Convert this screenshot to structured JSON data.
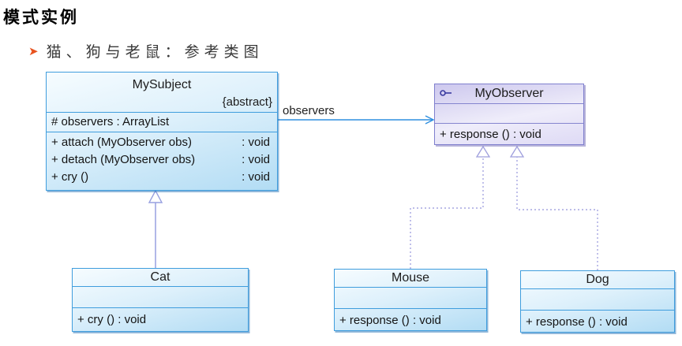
{
  "page": {
    "title": "模式实例",
    "bullet": {
      "icon": "arrow-bullet-icon",
      "glyph": "➤",
      "text": "猫、狗与老鼠：参考类图"
    }
  },
  "diagram": {
    "association": {
      "label": "observers",
      "from": "MySubject",
      "to": "MyObserver"
    },
    "relations": [
      {
        "type": "association",
        "label": "observers",
        "from": "MySubject",
        "to": "MyObserver"
      },
      {
        "type": "generalization",
        "from": "Cat",
        "to": "MySubject"
      },
      {
        "type": "realization",
        "from": "Mouse",
        "to": "MyObserver"
      },
      {
        "type": "realization",
        "from": "Dog",
        "to": "MyObserver"
      }
    ],
    "classes": {
      "mysubject": {
        "name": "MySubject",
        "stereotype": "{abstract}",
        "attributes": [
          "# observers : ArrayList"
        ],
        "methods": [
          {
            "sig": "+ attach (MyObserver obs)",
            "ret": ": void"
          },
          {
            "sig": "+ detach (MyObserver obs)",
            "ret": ": void"
          },
          {
            "sig": "+ cry ()",
            "ret": ": void"
          }
        ]
      },
      "myobserver": {
        "name": "MyObserver",
        "icon": "interface-icon",
        "attributes": [],
        "methods": [
          "+ response () : void"
        ]
      },
      "cat": {
        "name": "Cat",
        "attributes": [],
        "methods": [
          "+ cry () : void"
        ]
      },
      "mouse": {
        "name": "Mouse",
        "attributes": [],
        "methods": [
          "+ response () : void"
        ]
      },
      "dog": {
        "name": "Dog",
        "attributes": [],
        "methods": [
          "+ response () : void"
        ]
      }
    },
    "colors": {
      "class_border": "#3f9ddd",
      "class_fill_light": "#f6fcff",
      "class_fill_dark": "#b2dcf4",
      "interface_border": "#7f7fce",
      "interface_fill_light": "#efedfa",
      "interface_fill_dark": "#cdc8ee",
      "association_line": "#2f8fdf",
      "generalization_line": "#97a0e0",
      "realization_line": "#a5a5e0",
      "bullet_accent": "#e8531f"
    }
  }
}
